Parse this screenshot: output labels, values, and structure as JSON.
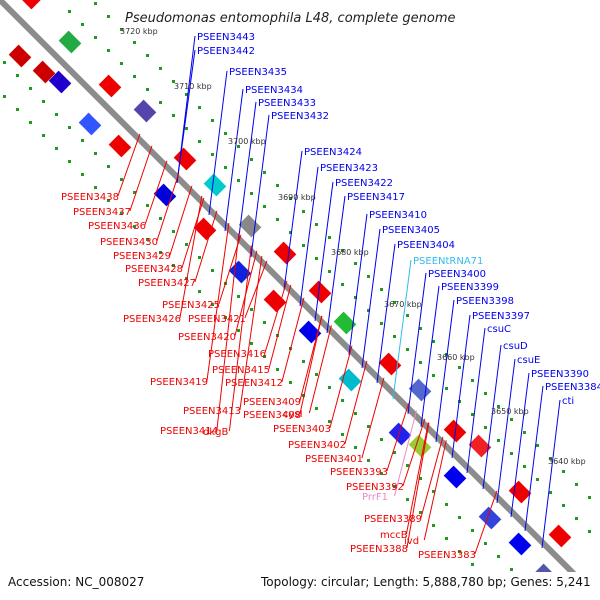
{
  "title": "Pseudomonas entomophila L48, complete genome",
  "accession": "Accession: NC_008027",
  "summary": "Topology: circular; Length: 5,888,780 bp; Genes: 5,241",
  "colors": {
    "backbone": "#8c8c8c",
    "blue": "#0000ee",
    "red": "#ee0000",
    "cyan": "#33bbee",
    "pink": "#ee88cc",
    "dot": "#229922"
  },
  "kbp_marks": [
    "3720 kbp",
    "3710 kbp",
    "3700 kbp",
    "3690 kbp",
    "3680 kbp",
    "3670 kbp",
    "3660 kbp",
    "3650 kbp",
    "3640 kbp"
  ],
  "top_labels": [
    {
      "name": "PSEEN3443",
      "color": "blue"
    },
    {
      "name": "PSEEN3442",
      "color": "blue"
    },
    {
      "name": "PSEEN3435",
      "color": "blue"
    },
    {
      "name": "PSEEN3434",
      "color": "blue"
    },
    {
      "name": "PSEEN3433",
      "color": "blue"
    },
    {
      "name": "PSEEN3432",
      "color": "blue"
    },
    {
      "name": "PSEEN3424",
      "color": "blue"
    },
    {
      "name": "PSEEN3423",
      "color": "blue"
    },
    {
      "name": "PSEEN3422",
      "color": "blue"
    },
    {
      "name": "PSEEN3417",
      "color": "blue"
    },
    {
      "name": "PSEEN3410",
      "color": "blue"
    },
    {
      "name": "PSEEN3405",
      "color": "blue"
    },
    {
      "name": "PSEEN3404",
      "color": "blue"
    },
    {
      "name": "PSEENtRNA71",
      "color": "cyan"
    },
    {
      "name": "PSEEN3400",
      "color": "blue"
    },
    {
      "name": "PSEEN3399",
      "color": "blue"
    },
    {
      "name": "PSEEN3398",
      "color": "blue"
    },
    {
      "name": "PSEEN3397",
      "color": "blue"
    },
    {
      "name": "csuC",
      "color": "blue"
    },
    {
      "name": "csuD",
      "color": "blue"
    },
    {
      "name": "csuE",
      "color": "blue"
    },
    {
      "name": "PSEEN3390",
      "color": "blue"
    },
    {
      "name": "PSEEN3384",
      "color": "blue"
    },
    {
      "name": "cti",
      "color": "blue"
    }
  ],
  "bottom_labels": [
    {
      "name": "PSEEN3438",
      "color": "red"
    },
    {
      "name": "PSEEN3437",
      "color": "red"
    },
    {
      "name": "PSEEN3436",
      "color": "red"
    },
    {
      "name": "PSEEN3430",
      "color": "red"
    },
    {
      "name": "PSEEN3429",
      "color": "red"
    },
    {
      "name": "PSEEN3428",
      "color": "red"
    },
    {
      "name": "PSEEN3427",
      "color": "red"
    },
    {
      "name": "PSEEN3425",
      "color": "red"
    },
    {
      "name": "PSEEN3426",
      "color": "red"
    },
    {
      "name": "PSEEN3421",
      "color": "red"
    },
    {
      "name": "PSEEN3420",
      "color": "red"
    },
    {
      "name": "PSEEN3416",
      "color": "red"
    },
    {
      "name": "PSEEN3415",
      "color": "red"
    },
    {
      "name": "PSEEN3419",
      "color": "red"
    },
    {
      "name": "PSEEN3412",
      "color": "red"
    },
    {
      "name": "PSEEN3409",
      "color": "red"
    },
    {
      "name": "PSEEN3413",
      "color": "red"
    },
    {
      "name": "PSEEN3408",
      "color": "red"
    },
    {
      "name": "PSEEN3414",
      "color": "red"
    },
    {
      "name": "dkgB",
      "color": "red"
    },
    {
      "name": "cysI",
      "color": "red"
    },
    {
      "name": "PSEEN3403",
      "color": "red"
    },
    {
      "name": "PSEEN3402",
      "color": "red"
    },
    {
      "name": "PSEEN3401",
      "color": "red"
    },
    {
      "name": "PSEEN3393",
      "color": "red"
    },
    {
      "name": "PSEEN3392",
      "color": "red"
    },
    {
      "name": "PrrF1",
      "color": "pink"
    },
    {
      "name": "PSEEN3389",
      "color": "red"
    },
    {
      "name": "mccB",
      "color": "red"
    },
    {
      "name": "PSEEN3388",
      "color": "red"
    },
    {
      "name": "ivd",
      "color": "red"
    },
    {
      "name": "PSEEN3383",
      "color": "red"
    }
  ]
}
